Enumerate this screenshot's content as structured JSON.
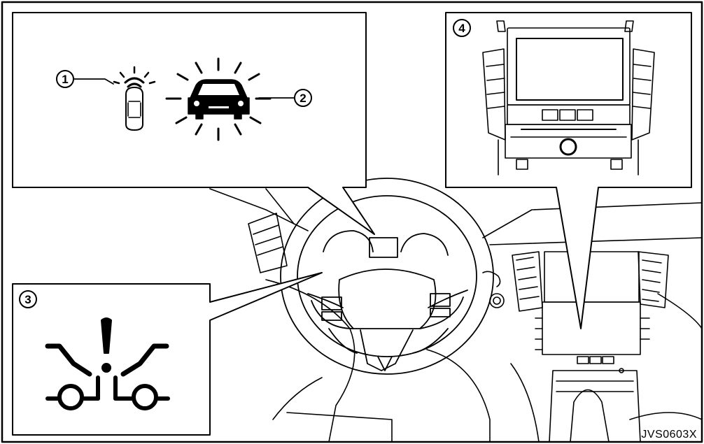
{
  "figure": {
    "reference_code": "JVS0603X",
    "callouts": [
      {
        "id": "1",
        "label": "①"
      },
      {
        "id": "2",
        "label": "②"
      },
      {
        "id": "3",
        "label": "③"
      },
      {
        "id": "4",
        "label": "④"
      }
    ]
  },
  "icons": {
    "callout_1": "side-radar-vehicle-icon",
    "callout_2": "front-vehicle-flashing-icon",
    "callout_3": "collision-warning-icon",
    "callout_4": "center-display-unit"
  },
  "colors": {
    "line": "#000000",
    "background": "#ffffff"
  }
}
